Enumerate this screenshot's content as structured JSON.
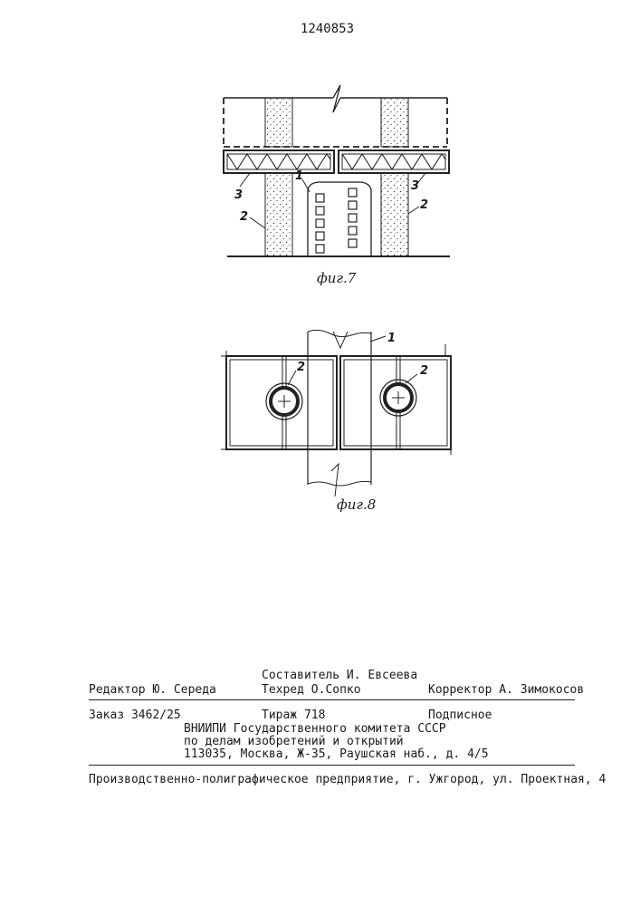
{
  "patent_number": "1240853",
  "figures": {
    "fig7": {
      "caption": "фиг.7",
      "callouts": [
        "1",
        "2",
        "2",
        "3",
        "3"
      ]
    },
    "fig8": {
      "caption": "фиг.8",
      "callouts": [
        "1",
        "2",
        "2"
      ]
    }
  },
  "colophon": {
    "editor": "Редактор Ю. Середа",
    "compiler": "Составитель И. Евсеева",
    "techred": "Техред О.Сопко",
    "corrector": "Корректор А. Зимокосов",
    "order": "Заказ 3462/25",
    "print_run": "Тираж 718",
    "subscription": "Подписное",
    "org_line1": "ВНИИПИ Государственного комитета СССР",
    "org_line2": "по делам изобретений и открытий",
    "org_line3": "113035, Москва, Ж-35, Раушская наб., д. 4/5",
    "printer": "Производственно-полиграфическое предприятие, г. Ужгород, ул. Проектная, 4"
  }
}
